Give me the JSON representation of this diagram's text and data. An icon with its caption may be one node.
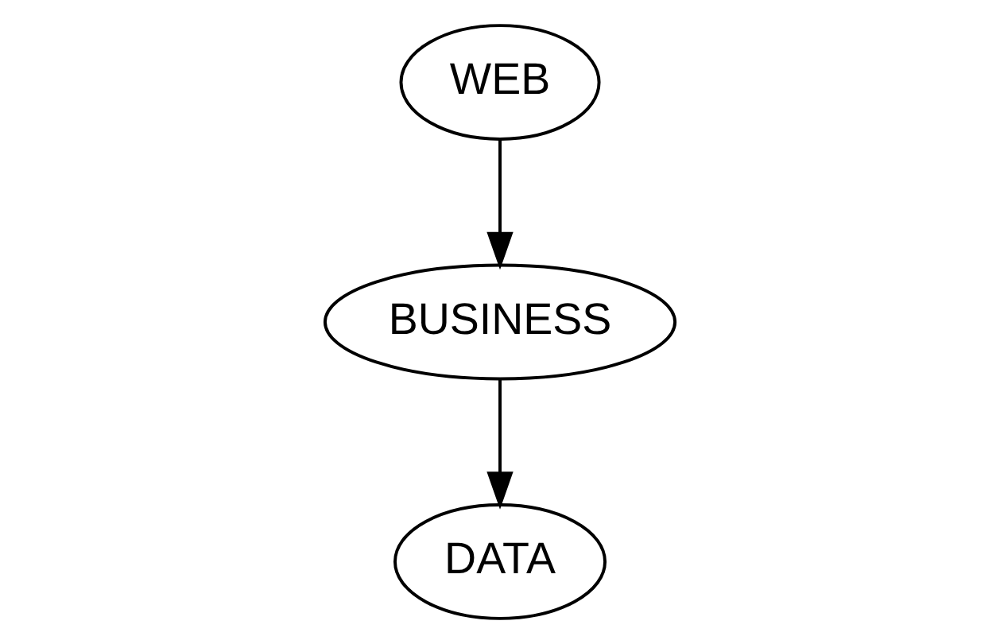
{
  "diagram": {
    "nodes": [
      {
        "text": [
          "WEB"
        ]
      },
      {
        "text": [
          "BUSINESS"
        ]
      },
      {
        "text": [
          "DATA"
        ]
      }
    ],
    "edges": [
      {
        "from": 0,
        "to": 1,
        "arrow": "to"
      },
      {
        "from": 1,
        "to": 2,
        "arrow": "to"
      }
    ]
  }
}
